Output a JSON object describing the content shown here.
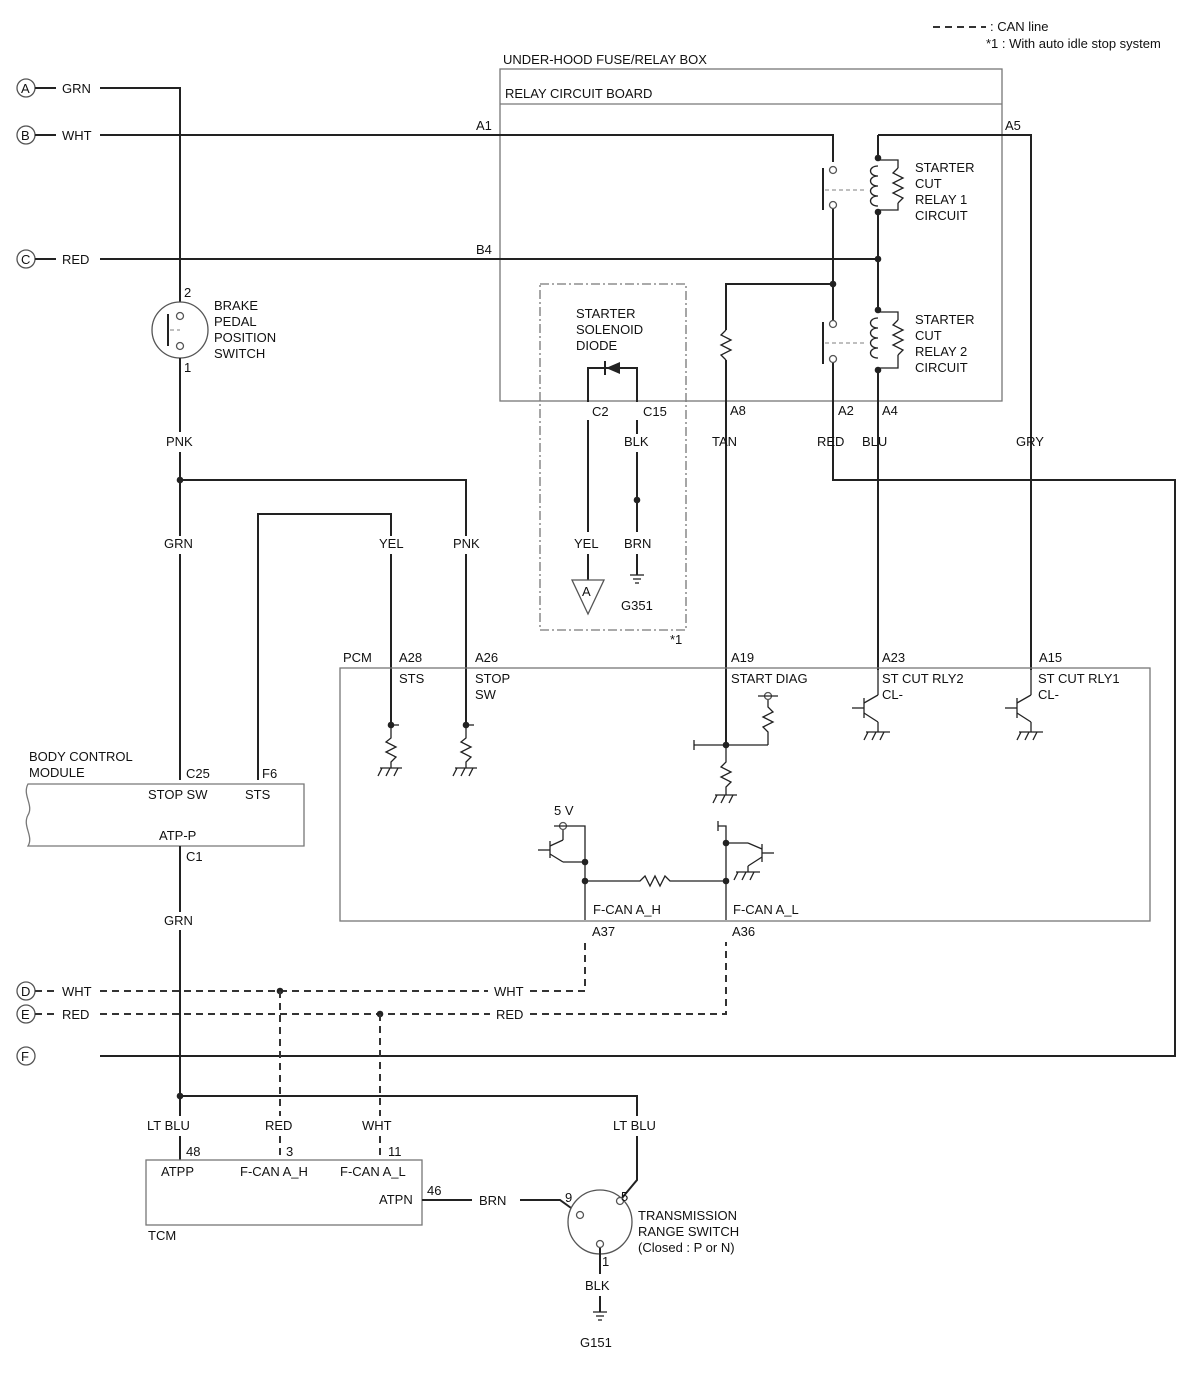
{
  "legend": {
    "can_line": ": CAN line",
    "note1": "*1 : With auto idle stop system"
  },
  "connectors": [
    {
      "id": "A",
      "wire": "GRN"
    },
    {
      "id": "B",
      "wire": "WHT"
    },
    {
      "id": "C",
      "wire": "RED"
    },
    {
      "id": "D",
      "wire": "WHT"
    },
    {
      "id": "E",
      "wire": "RED"
    },
    {
      "id": "F",
      "wire": ""
    }
  ],
  "fuse_box": {
    "title": "UNDER-HOOD FUSE/RELAY BOX",
    "board": "RELAY CIRCUIT BOARD",
    "pin_a1": "A1",
    "pin_a5": "A5",
    "pin_b4": "B4",
    "pin_a8": "A8",
    "pin_a2": "A2",
    "pin_a4": "A4",
    "relay1": [
      "STARTER",
      "CUT",
      "RELAY 1",
      "CIRCUIT"
    ],
    "relay2": [
      "STARTER",
      "CUT",
      "RELAY 2",
      "CIRCUIT"
    ]
  },
  "diode_box": {
    "label": [
      "STARTER",
      "SOLENOID",
      "DIODE"
    ],
    "pin_c2": "C2",
    "pin_c15": "C15",
    "wire_blk": "BLK",
    "wire_yel": "YEL",
    "wire_brn": "BRN",
    "arrow_label": "A",
    "ground": "G351",
    "note": "*1"
  },
  "brake_switch": {
    "label": [
      "BRAKE",
      "PEDAL",
      "POSITION",
      "SWITCH"
    ],
    "pin_top": "2",
    "pin_bottom": "1"
  },
  "wires": {
    "pnk_top": "PNK",
    "grn_mid": "GRN",
    "yel": "YEL",
    "pnk_right": "PNK",
    "tan": "TAN",
    "red": "RED",
    "blu": "BLU",
    "gry": "GRY",
    "grn_low": "GRN",
    "wht_can": "WHT",
    "red_can": "RED"
  },
  "pcm": {
    "title": "PCM",
    "pins": [
      {
        "pin": "A28",
        "label": [
          "STS"
        ]
      },
      {
        "pin": "A26",
        "label": [
          "STOP",
          "SW"
        ]
      },
      {
        "pin": "A19",
        "label": [
          "START DIAG"
        ]
      },
      {
        "pin": "A23",
        "label": [
          "ST CUT RLY2",
          "CL-"
        ]
      },
      {
        "pin": "A15",
        "label": [
          "ST CUT RLY1",
          "CL-"
        ]
      }
    ],
    "vref": "5 V",
    "can_h": "F-CAN A_H",
    "can_l": "F-CAN A_L",
    "pin_a37": "A37",
    "pin_a36": "A36"
  },
  "bcm": {
    "title": [
      "BODY CONTROL",
      "MODULE"
    ],
    "pin_c25": "C25",
    "pin_f6": "F6",
    "stop_sw": "STOP SW",
    "sts": "STS",
    "atp_p": "ATP-P",
    "pin_c1": "C1"
  },
  "tcm": {
    "title": "TCM",
    "wire_ltblu_left": "LT BLU",
    "wire_red": "RED",
    "wire_wht": "WHT",
    "wire_ltblu_right": "LT BLU",
    "pin_48": "48",
    "pin_3": "3",
    "pin_11": "11",
    "atpp": "ATPP",
    "fcan_h": "F-CAN A_H",
    "fcan_l": "F-CAN A_L",
    "pin_46": "46",
    "atpn": "ATPN",
    "wire_brn": "BRN"
  },
  "trs": {
    "label": [
      "TRANSMISSION",
      "RANGE SWITCH",
      "(Closed : P or N)"
    ],
    "pin_9": "9",
    "pin_5": "5",
    "pin_1": "1",
    "wire_blk": "BLK",
    "ground": "G151"
  }
}
